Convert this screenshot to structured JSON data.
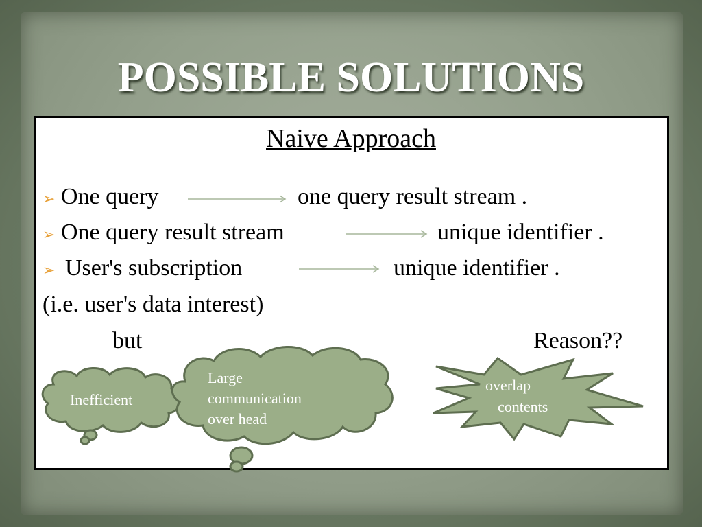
{
  "slide": {
    "title": "POSSIBLE SOLUTIONS",
    "subtitle": "Naive Approach",
    "bullet_glyph": "➢",
    "rows": [
      {
        "left": "One query",
        "right": "one query result stream ."
      },
      {
        "left": "One query result stream",
        "right": "unique identifier ."
      },
      {
        "left": "User's subscription",
        "right": "unique identifier ."
      }
    ],
    "note": "(i.e. user's data interest)",
    "but": "but",
    "reason": "Reason??"
  },
  "callouts": {
    "inefficient": "Inefficient",
    "large_comm_1": "Large",
    "large_comm_2": "communication",
    "large_comm_3": "over head",
    "overlap_1": "overlap",
    "overlap_2": "contents"
  },
  "colors": {
    "bubble_fill": "#9bae88",
    "bubble_stroke": "#5e6e50",
    "bullet": "#e8a13a",
    "arrow": "#a7b79b"
  }
}
